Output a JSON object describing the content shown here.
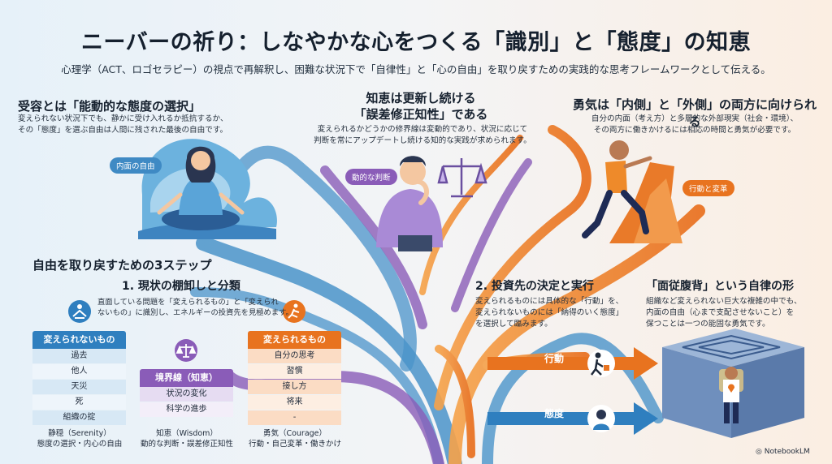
{
  "title": "ニーバーの祈り：しなやかな心をつくる「識別」と「態度」の知恵",
  "subtitle": "心理学（ACT、ロゴセラピー）の視点で再解釈し、困難な状況下で「自律性」と「心の自由」を取り戻すための実践的な思考フレームワークとして伝える。",
  "left_panel": {
    "heading": "受容とは「能動的な態度の選択」",
    "body": [
      "変えられない状況下でも、静かに受け入れるか抵抗するか、",
      "その「態度」を選ぶ自由は人間に残された最後の自由です。"
    ],
    "pill": "内面の自由"
  },
  "center_panel": {
    "heading_line1": "知恵は更新し続ける",
    "heading_line2": "「誤差修正知性」である",
    "body": [
      "変えられるかどうかの修界線は変動的であり、状況に応じて",
      "判断を常にアップデートし続ける知的な実践が求められます。"
    ],
    "pill": "動的な判断"
  },
  "right_panel": {
    "heading": "勇気は「内側」と「外側」の両方に向けられる",
    "body": [
      "自分の内面（考え方）と多層的な外部現実（社会・環境）、",
      "その両方に働きかけるには相応の時間と勇気が必要です。"
    ],
    "pill": "行動と変革"
  },
  "steps": {
    "heading": "自由を取り戻すための3ステップ",
    "step1_heading": "1. 現状の棚卸しと分類",
    "step1_body": [
      "直面している問題を「変えられるもの」と「変えられ",
      "ないもの」に識別し、エネルギーの投資先を見極めます。"
    ],
    "step2_heading": "2. 投資先の決定と実行",
    "step2_body": [
      "変えられるものには具体的な「行動」を、",
      "変えられないものには「納得のいく態度」",
      "を選択して臨みます。"
    ],
    "step3_heading": "「面従腹背」という自律の形",
    "step3_body": [
      "組織など変えられない巨大な複雑の中でも、",
      "内面の自由（心まで支配させないこと）を",
      "保つことは一つの能固な勇気です。"
    ]
  },
  "unchangeable": {
    "header": "変えられないもの",
    "items": [
      "過去",
      "他人",
      "天災",
      "死",
      "組織の掟"
    ],
    "caption": [
      "静穏（Serenity）",
      "態度の選択・内心の自由"
    ]
  },
  "boundary": {
    "header": "境界線（知恵）",
    "items": [
      "状況の変化",
      "科学の進歩"
    ],
    "caption": [
      "知恵（Wisdom）",
      "動的な判断・誤差修正知性"
    ]
  },
  "changeable": {
    "header": "変えられるもの",
    "items": [
      "自分の思考",
      "習慣",
      "接し方",
      "将来",
      "-"
    ],
    "caption": [
      "勇気（Courage）",
      "行動・自己変革・働きかけ"
    ]
  },
  "arrows": {
    "action": "行動",
    "attitude": "態度"
  },
  "brand": "NotebookLM",
  "colors": {
    "blue": "#2f7fbf",
    "purple": "#8a5cb8",
    "orange": "#e8731f",
    "ink": "#15202e"
  }
}
